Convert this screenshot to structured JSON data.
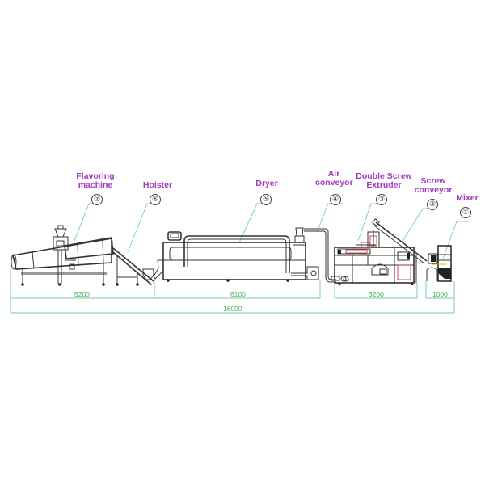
{
  "diagram": {
    "type": "production line layout drawing",
    "components": [
      {
        "number": "⑦",
        "label_lines": [
          "Flavoring",
          "machine"
        ]
      },
      {
        "number": "⑥",
        "label_lines": [
          "Hoister"
        ]
      },
      {
        "number": "⑤",
        "label_lines": [
          "Dryer"
        ]
      },
      {
        "number": "④",
        "label_lines": [
          "Air",
          "conveyor"
        ]
      },
      {
        "number": "③",
        "label_lines": [
          "Double Screw",
          "Extruder"
        ]
      },
      {
        "number": "②",
        "label_lines": [
          "Screw",
          "conveyor"
        ]
      },
      {
        "number": "①",
        "label_lines": [
          "Mixer"
        ]
      }
    ],
    "dimensions": {
      "segments": [
        "5200",
        "6100",
        "3200",
        "1000"
      ],
      "total": "16000",
      "unit": "mm"
    },
    "colors": {
      "label": "#a03cc0",
      "leader_line": "#7fcfcf",
      "dimension_line": "#8fcfd0",
      "dimension_text": "#4caf50",
      "drawing": "#333333"
    }
  }
}
